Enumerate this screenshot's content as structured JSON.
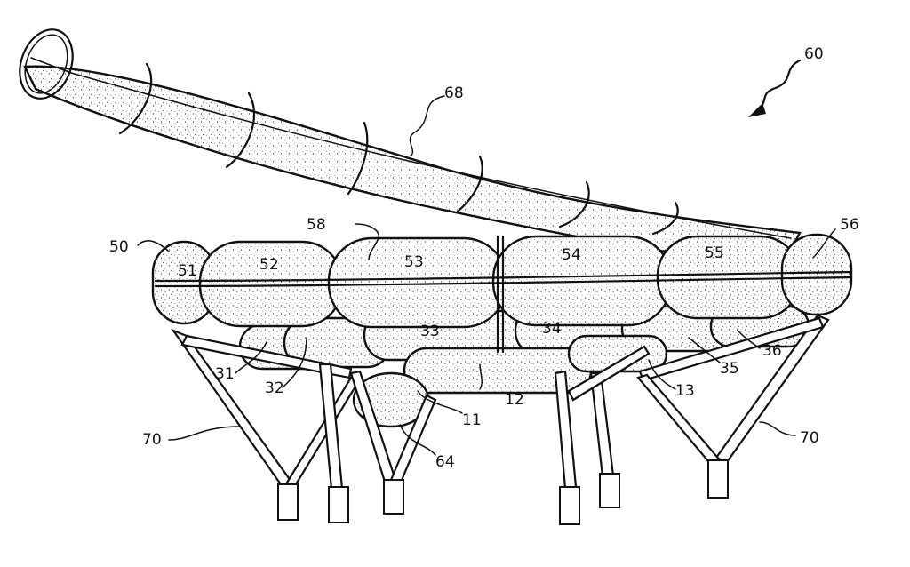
{
  "figure": {
    "labels": {
      "assembly": "60",
      "tube": "68",
      "upper_assembly": "50",
      "pod_51": "51",
      "pod_52": "52",
      "pod_53": "53",
      "pod_54": "54",
      "pod_55": "55",
      "pod_56": "56",
      "band": "58",
      "lower_31": "31",
      "lower_32": "32",
      "lower_33": "33",
      "lower_34": "34",
      "lower_35": "35",
      "lower_36": "36",
      "core_11": "11",
      "core_12": "12",
      "core_13": "13",
      "joint_64": "64",
      "support_left": "70",
      "support_right": "70"
    }
  }
}
